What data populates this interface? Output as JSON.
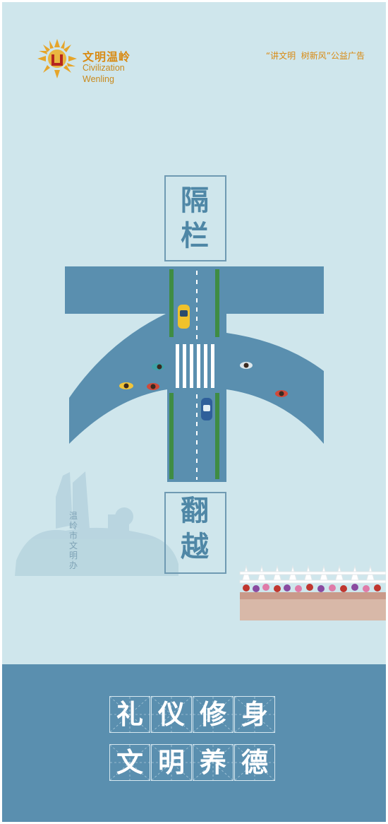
{
  "header": {
    "logo_cn": "文明温岭",
    "logo_en_line1": "Civilization",
    "logo_en_line2": "Wenling",
    "slogan": "“讲文明  树新风”公益广告"
  },
  "title": {
    "top_chars": [
      "隔",
      "栏"
    ],
    "big_char": "不",
    "bottom_chars": [
      "翻",
      "越"
    ]
  },
  "credit": [
    "温",
    "岭",
    "市",
    "文",
    "明",
    "办"
  ],
  "motto": {
    "line1": [
      "礼",
      "仪",
      "修",
      "身"
    ],
    "line2": [
      "文",
      "明",
      "养",
      "德"
    ]
  },
  "colors": {
    "background": "#cfe6ec",
    "road": "#5a8faf",
    "accent": "#d98a12",
    "band": "#5a8faf"
  }
}
